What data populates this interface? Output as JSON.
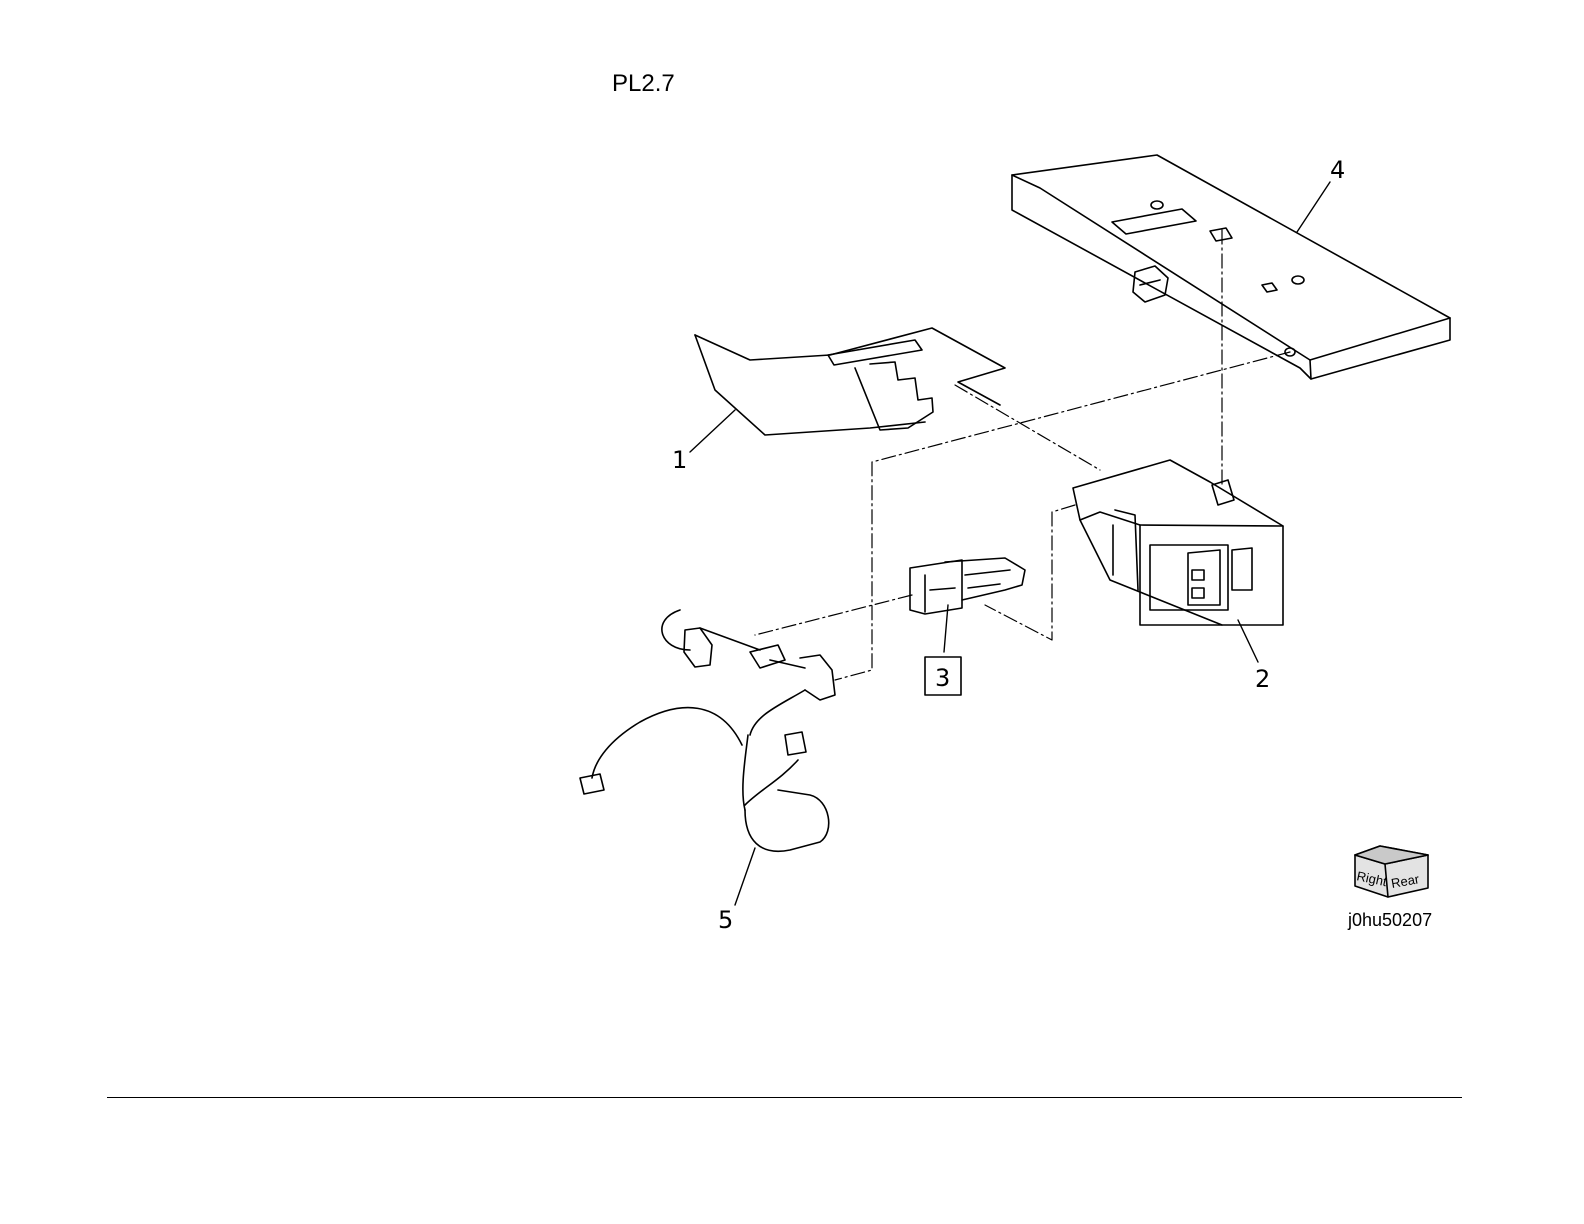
{
  "page": {
    "title": "PL2.7",
    "figure_id": "j0hu50207"
  },
  "callouts": {
    "c1": "1",
    "c2": "2",
    "c3": "3",
    "c4": "4",
    "c5": "5"
  },
  "orientation_cube": {
    "left_face": "Right",
    "right_face": "Rear"
  }
}
